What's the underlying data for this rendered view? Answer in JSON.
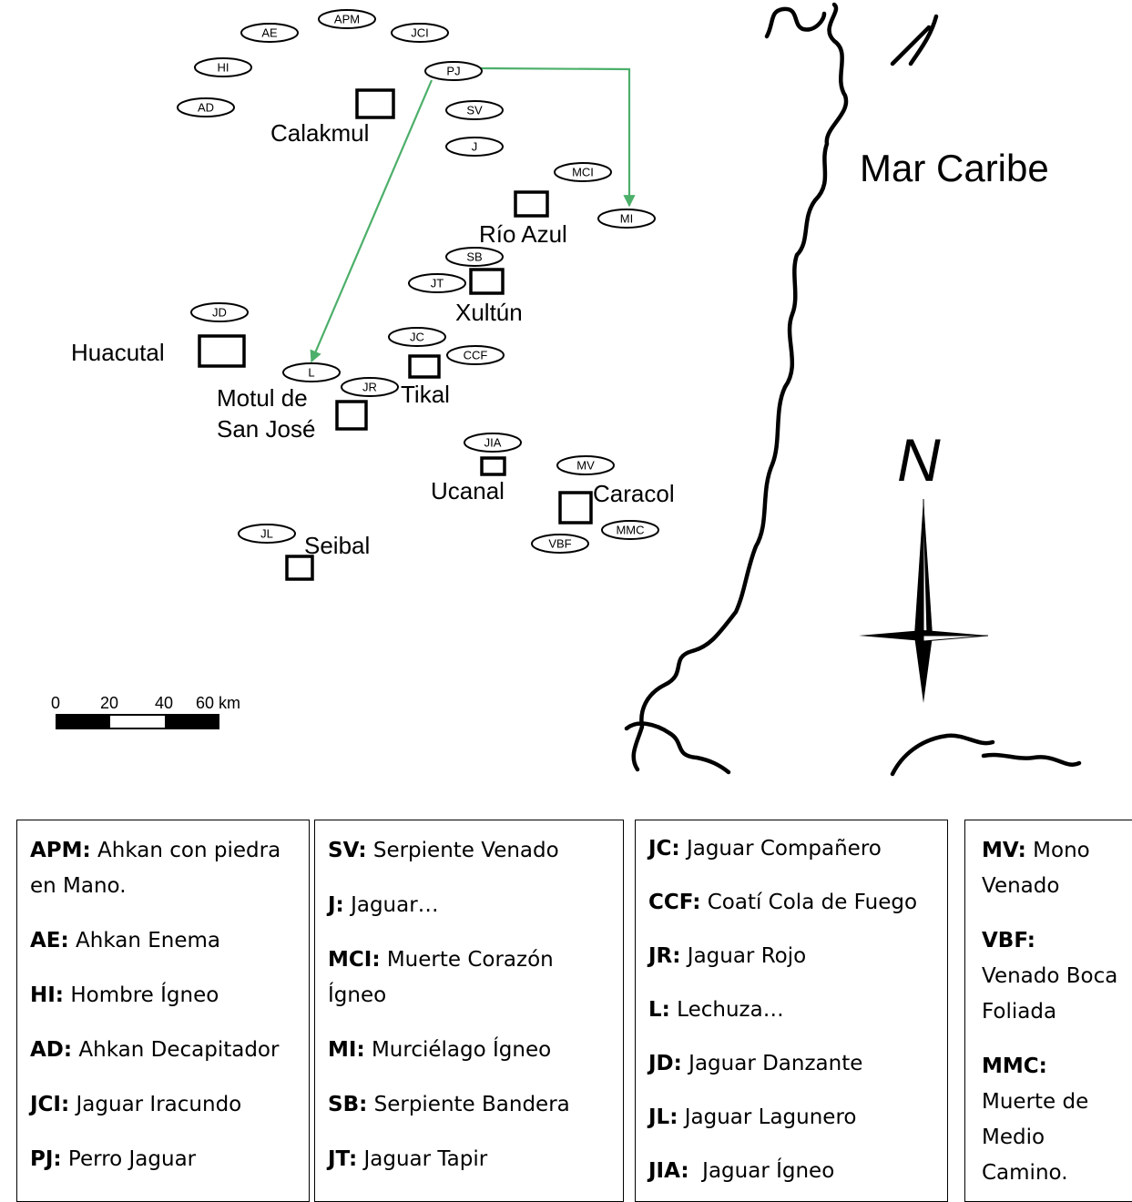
{
  "map": {
    "sea_label": "Mar Caribe",
    "north_label": "N",
    "scale": {
      "ticks": [
        "0",
        "20",
        "40",
        "60 km"
      ]
    },
    "sites": [
      {
        "id": "calakmul",
        "name": "Calakmul"
      },
      {
        "id": "rio-azul",
        "name": "Río Azul"
      },
      {
        "id": "xultun",
        "name": "Xultún"
      },
      {
        "id": "huacutal",
        "name": "Huacutal"
      },
      {
        "id": "motul",
        "name_lines": [
          "Motul de",
          "San José"
        ]
      },
      {
        "id": "tikal",
        "name": "Tikal"
      },
      {
        "id": "ucanal",
        "name": "Ucanal"
      },
      {
        "id": "caracol",
        "name": "Caracol"
      },
      {
        "id": "seibal",
        "name": "Seibal"
      }
    ],
    "markers": [
      "AE",
      "APM",
      "JCI",
      "HI",
      "PJ",
      "AD",
      "SV",
      "J",
      "MCI",
      "MI",
      "SB",
      "JT",
      "JD",
      "JC",
      "CCF",
      "L",
      "JR",
      "JIA",
      "MV",
      "MMC",
      "VBF",
      "JL"
    ],
    "arrows": [
      {
        "from": "PJ",
        "to": "L"
      },
      {
        "from": "PJ",
        "to": "MI"
      }
    ],
    "colors": {
      "arrow": "#4caf6a",
      "line": "#000000"
    }
  },
  "legend": {
    "columns": [
      [
        {
          "abbr": "APM:",
          "text": " Ahkan con piedra en Mano."
        },
        {
          "abbr": "AE:",
          "text": " Ahkan Enema"
        },
        {
          "abbr": "HI:",
          "text": " Hombre Ígneo"
        },
        {
          "abbr": "AD:",
          "text": " Ahkan Decapitador"
        },
        {
          "abbr": "JCI:",
          "text": " Jaguar Iracundo"
        },
        {
          "abbr": "PJ:",
          "text": " Perro Jaguar"
        }
      ],
      [
        {
          "abbr": "SV:",
          "text": " Serpiente Venado"
        },
        {
          "abbr": "J:",
          "text": " Jaguar…"
        },
        {
          "abbr": "MCI:",
          "text": " Muerte Corazón Ígneo"
        },
        {
          "abbr": "MI:",
          "text": " Murciélago Ígneo"
        },
        {
          "abbr": "SB:",
          "text": " Serpiente Bandera"
        },
        {
          "abbr": "JT:",
          "text": " Jaguar Tapir"
        }
      ],
      [
        {
          "abbr": "JC:",
          "text": " Jaguar Compañero"
        },
        {
          "abbr": "CCF:",
          "text": " Coatí Cola de Fuego"
        },
        {
          "abbr": "JR:",
          "text": " Jaguar Rojo"
        },
        {
          "abbr": "L:",
          "text": " Lechuza…"
        },
        {
          "abbr": "JD:",
          "text": " Jaguar Danzante"
        },
        {
          "abbr": "JL:",
          "text": " Jaguar Lagunero"
        },
        {
          "abbr": "JIA:",
          "text": "  Jaguar Ígneo"
        }
      ],
      [
        {
          "abbr": "MV:",
          "text": " Mono Venado"
        },
        {
          "abbr": "VBF:",
          "text": " Venado Boca Foliada"
        },
        {
          "abbr": "MMC:",
          "text": " Muerte de Medio Camino."
        }
      ]
    ]
  }
}
